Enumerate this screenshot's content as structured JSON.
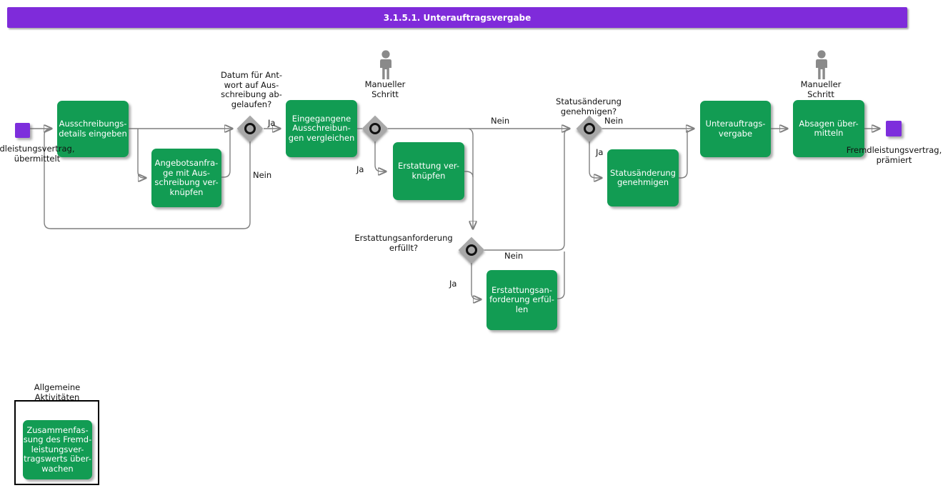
{
  "title": "3.1.5.1. Unterauftragsvergabe",
  "colors": {
    "header_bg": "#7F2BDA",
    "activity_green": "#129C53",
    "event_purple": "#7D2EDC",
    "gateway_gray": "#A8A8A8",
    "connector_gray": "#7F7F7F",
    "manual_icon_gray": "#8A8A8A",
    "label_text": "#111111",
    "activity_text": "#FFFFFF"
  },
  "events": {
    "start_label": "dleistungsvertrag,\nübermittelt",
    "end_label": "Fremdleistungsvertrag,\nprämiert"
  },
  "activities": [
    {
      "label": "Ausschreibungs-\ndetails eingeben"
    },
    {
      "label": "Angebotsanfra-\nge mit Aus-\nschreibung ver-\nknüpfen"
    },
    {
      "label": "Eingegangene\nAusschreibun-\ngen vergleichen"
    },
    {
      "label": "Erstattung ver-\nknüpfen"
    },
    {
      "label": "Erstattungsan-\nforderung erfül-\nlen"
    },
    {
      "label": "Statusänderung\ngenehmigen"
    },
    {
      "label": "Unterauftrags-\nvergabe"
    },
    {
      "label": "Absagen über-\nmitteln"
    }
  ],
  "decisions": [
    {
      "question": "Datum für Ant-\nwort auf Aus-\nschreibung ab-\ngelaufen?",
      "yes": "Ja",
      "no": "Nein"
    },
    {
      "yes": "Ja",
      "no": "Nein"
    },
    {
      "question": "Erstattungsanforderung\nerfüllt?",
      "yes": "Ja",
      "no": "Nein"
    },
    {
      "question": "Statusänderung\ngenehmigen?",
      "yes": "Ja",
      "no": "Nein"
    }
  ],
  "manual_steps": [
    "Manueller\nSchritt",
    "Manueller\nSchritt"
  ],
  "general": {
    "title": "Allgemeine\nAktivitäten",
    "activity": "Zusammenfas-\nsung des Fremd-\nleistungsver-\ntragswerts über-\nwachen"
  }
}
